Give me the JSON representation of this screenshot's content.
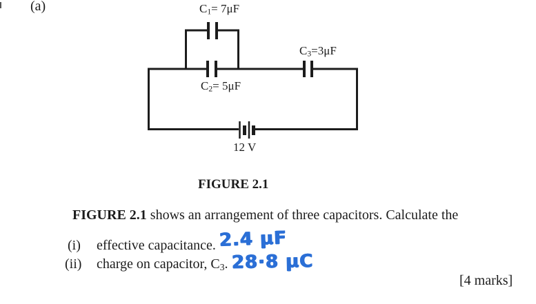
{
  "page": {
    "part_label": "(a)",
    "marks_label": "[4 marks]"
  },
  "figure": {
    "caption": "FIGURE 2.1",
    "labels": {
      "c1": {
        "pre": "C",
        "sub": "1",
        "post": "= 7μF"
      },
      "c2": {
        "pre": "C",
        "sub": "2",
        "post": "= 5μF"
      },
      "c3": {
        "pre": "C",
        "sub": "3",
        "post": "=3μF"
      },
      "battery": "12 V"
    },
    "components": {
      "c1_value_uF": 7,
      "c2_value_uF": 5,
      "c3_value_uF": 3,
      "battery_voltage_V": 12
    }
  },
  "question": {
    "intro_bold": "FIGURE 2.1",
    "intro_rest": " shows an arrangement of three capacitors. Calculate the",
    "items": [
      {
        "num": "(i)",
        "text_pre": "effective capacitance.",
        "text_sub": "",
        "text_post": "",
        "answer": "2.4 μF"
      },
      {
        "num": "(ii)",
        "text_pre": "charge on capacitor, C",
        "text_sub": "3",
        "text_post": ".",
        "answer": "28·8 μC"
      }
    ]
  },
  "colors": {
    "ink_handwriting": "#2b6fd6",
    "line_black": "#1c1c1c",
    "background": "#ffffff"
  }
}
